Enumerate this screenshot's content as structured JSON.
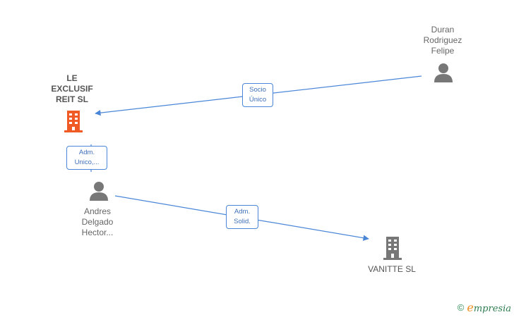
{
  "nodes": {
    "le_exclusif": {
      "label": "LE\nEXCLUSIF\nREIT SL",
      "type": "company",
      "color": "#f05a24"
    },
    "vanitte": {
      "label": "VANITTE SL",
      "type": "company",
      "color": "#777777"
    },
    "duran": {
      "label": "Duran\nRodriguez\nFelipe",
      "type": "person",
      "color": "#777777"
    },
    "andres": {
      "label": "Andres\nDelgado\nHector...",
      "type": "person",
      "color": "#777777"
    }
  },
  "edges": {
    "socio": {
      "label": "Socio\nÚnico"
    },
    "adm_unico": {
      "label": "Adm.\nUnico,..."
    },
    "adm_solid": {
      "label": "Adm.\nSolid."
    }
  },
  "footer": {
    "copyright": "©",
    "brand_first": "e",
    "brand_rest": "mpresia"
  },
  "colors": {
    "edge": "#4a86d8"
  }
}
